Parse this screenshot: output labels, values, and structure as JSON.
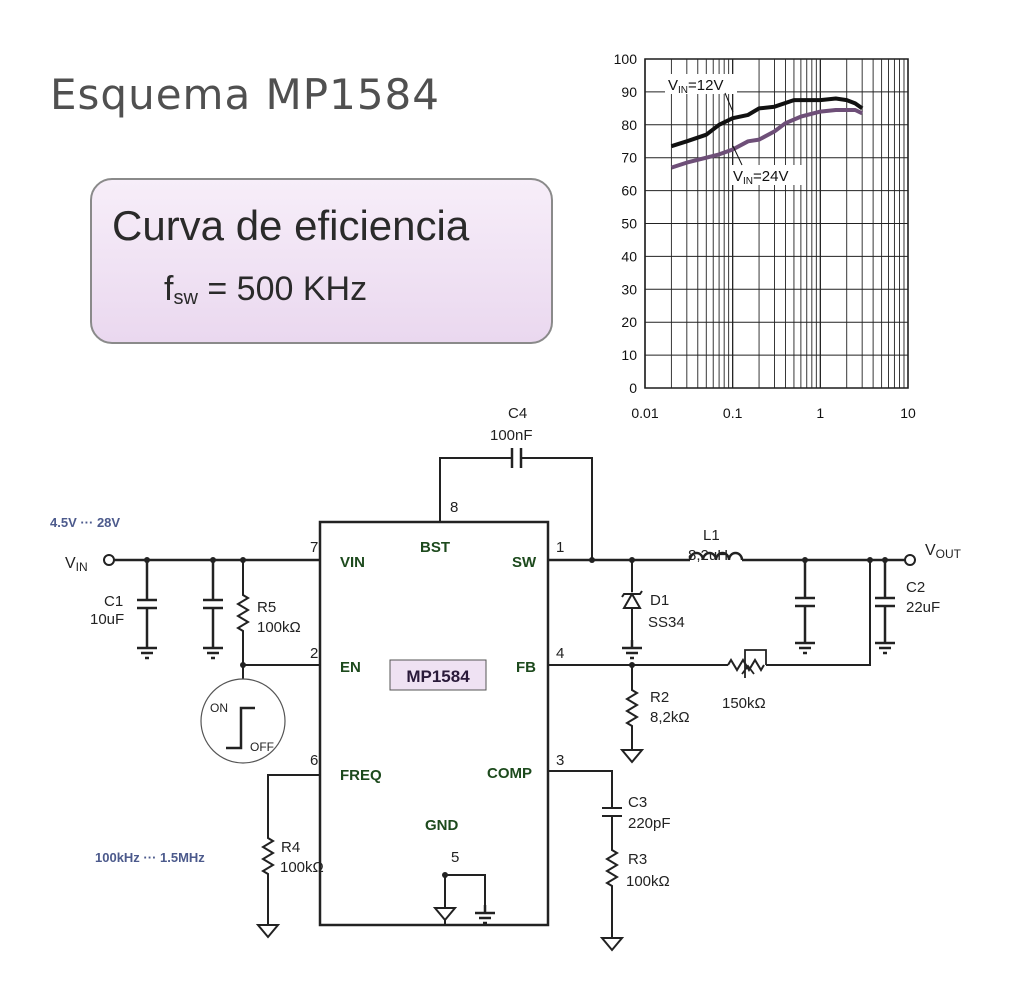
{
  "title": "Esquema MP1584",
  "efficiency_box": {
    "title": "Curva de eficiencia",
    "freq_prefix": "f",
    "freq_sub": "sw",
    "freq_value": "= 500 KHz"
  },
  "schematic": {
    "chip_name": "MP1584",
    "pins": {
      "vin": "VIN",
      "bst": "BST",
      "sw": "SW",
      "en": "EN",
      "fb": "FB",
      "freq": "FREQ",
      "comp": "COMP",
      "gnd": "GND"
    },
    "pin_numbers": {
      "bst": "8",
      "vin": "7",
      "sw": "1",
      "en": "2",
      "fb": "4",
      "freq": "6",
      "comp": "3",
      "gnd": "5"
    },
    "input_range": "4.5V ··· 28V",
    "freq_range": "100kHz ··· 1.5MHz",
    "vin": {
      "main": "V",
      "sub": "IN"
    },
    "vout": {
      "main": "V",
      "sub": "OUT"
    },
    "switch": {
      "on": "ON",
      "off": "OFF"
    },
    "components": {
      "c1": {
        "ref": "C1",
        "value": "10uF"
      },
      "r5": {
        "ref": "R5",
        "value": "100kΩ"
      },
      "c4": {
        "ref": "C4",
        "value": "100nF"
      },
      "l1": {
        "ref": "L1",
        "value": "8,2uH"
      },
      "d1": {
        "ref": "D1",
        "value": "SS34"
      },
      "c2": {
        "ref": "C2",
        "value": "22uF"
      },
      "r2": {
        "ref": "R2",
        "value": "8,2kΩ"
      },
      "pot": {
        "value": "150kΩ"
      },
      "c3": {
        "ref": "C3",
        "value": "220pF"
      },
      "r3": {
        "ref": "R3",
        "value": "100kΩ"
      },
      "r4": {
        "ref": "R4",
        "value": "100kΩ"
      }
    }
  },
  "chart_data": {
    "type": "line",
    "title": "",
    "xlabel": "",
    "ylabel": "",
    "xscale": "log",
    "xlim": [
      0.01,
      10
    ],
    "ylim": [
      0,
      100
    ],
    "xticks": [
      "0.01",
      "0.1",
      "1",
      "10"
    ],
    "yticks": [
      "0",
      "10",
      "20",
      "30",
      "40",
      "50",
      "60",
      "70",
      "80",
      "90",
      "100"
    ],
    "grid": true,
    "series": [
      {
        "name": "VIN=12V",
        "label_main": "V",
        "label_sub": "IN",
        "label_rest": "=12V",
        "color": "#111111",
        "x": [
          0.02,
          0.03,
          0.05,
          0.07,
          0.1,
          0.15,
          0.2,
          0.3,
          0.5,
          0.7,
          1,
          1.5,
          2,
          2.5,
          3
        ],
        "y": [
          73.5,
          75,
          77,
          80,
          82,
          83,
          85,
          85.5,
          87.5,
          87.5,
          87.5,
          88,
          87.5,
          86.5,
          85
        ]
      },
      {
        "name": "VIN=24V",
        "label_main": "V",
        "label_sub": "IN",
        "label_rest": "=24V",
        "color": "#6e4f78",
        "x": [
          0.02,
          0.03,
          0.05,
          0.07,
          0.1,
          0.15,
          0.2,
          0.3,
          0.4,
          0.6,
          1,
          1.5,
          2,
          2.5,
          3
        ],
        "y": [
          67,
          68.5,
          70,
          71,
          72.5,
          75,
          75.5,
          78,
          80.5,
          82.5,
          84,
          84.5,
          84.5,
          84.5,
          83.5
        ]
      }
    ]
  }
}
